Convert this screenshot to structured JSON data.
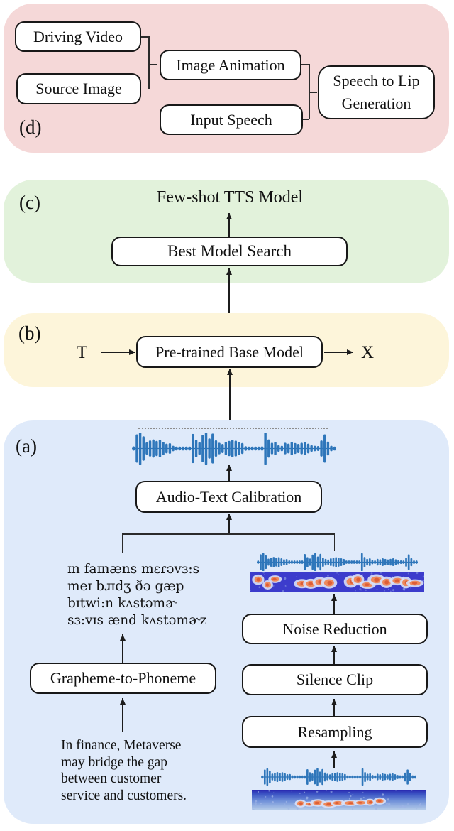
{
  "figure": {
    "panel_d": {
      "tag": "(d)",
      "boxes": {
        "driving_video": "Driving Video",
        "source_image": "Source Image",
        "image_animation": "Image Animation",
        "input_speech": "Input Speech",
        "speech_to_lip_line1": "Speech to Lip",
        "speech_to_lip_line2": "Generation"
      }
    },
    "panel_c": {
      "tag": "(c)",
      "result_label": "Few-shot TTS Model",
      "box": "Best Model Search"
    },
    "panel_b": {
      "tag": "(b)",
      "input_symbol": "T",
      "box": "Pre-trained Base Model",
      "output_symbol": "X"
    },
    "panel_a": {
      "tag": "(a)",
      "boxes": {
        "calibration": "Audio-Text Calibration",
        "g2p": "Grapheme-to-Phoneme",
        "noise_reduction": "Noise Reduction",
        "silence_clip": "Silence Clip",
        "resampling": "Resampling"
      },
      "phoneme_text": {
        "line1": "ɪn faɪnæns mɛɾəvɜ:s",
        "line2": "meɪ bɹɪdʒ ðə gæp",
        "line3": "bɪtwi:n kʌstəmɚ",
        "line4": "sɜ:vɪs ænd kʌstəmɚz"
      },
      "source_text": {
        "line1": "In finance, Metaverse",
        "line2": "may bridge the gap",
        "line3": "between customer",
        "line4": "service and customers."
      }
    }
  },
  "icons": {
    "calibrated_audio": "waveform-icon",
    "branch_audio": "waveform-icon",
    "branch_spectrogram": "spectrogram-icon",
    "raw_audio": "waveform-icon",
    "raw_spectrogram": "spectrogram-icon"
  },
  "colors": {
    "panel_d_bg": "#f5d8d8",
    "panel_c_bg": "#e2f2db",
    "panel_b_bg": "#fdf5da",
    "panel_a_bg": "#dfeafa",
    "waveform_blue": "#2e76ba",
    "spectrogram_indigo": "#3c3ccc",
    "spectrogram_blob_orange": "#ee8a5c",
    "box_border": "#181818"
  }
}
